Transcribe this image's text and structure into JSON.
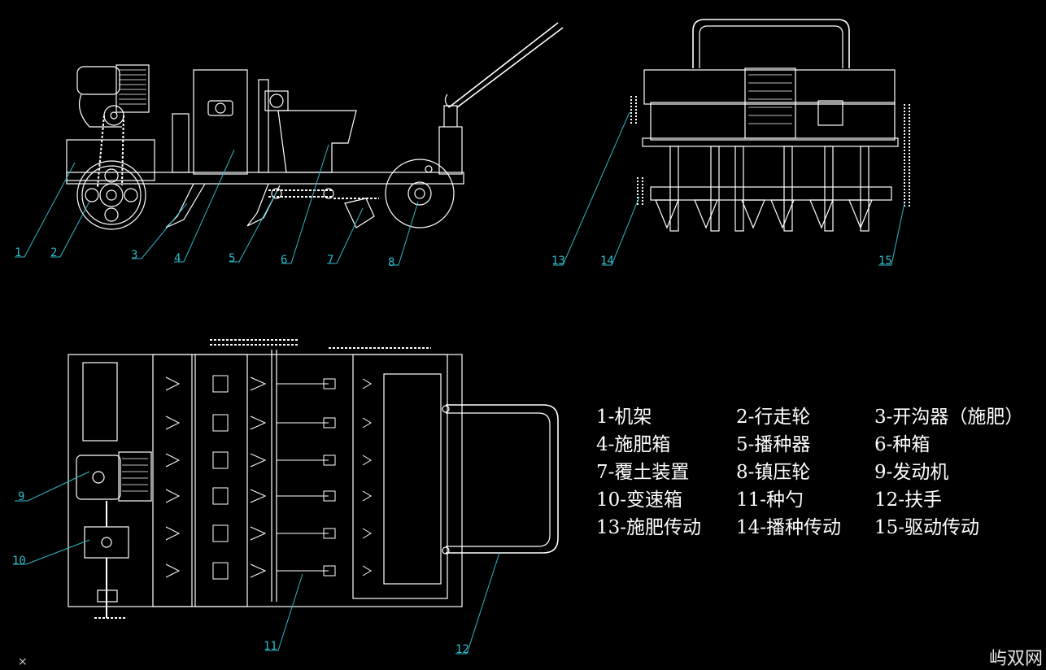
{
  "callouts": [
    "1",
    "2",
    "3",
    "4",
    "5",
    "6",
    "7",
    "8",
    "9",
    "10",
    "11",
    "12",
    "13",
    "14",
    "15"
  ],
  "legend": [
    "1-机架",
    "2-行走轮",
    "3-开沟器（施肥）",
    "4-施肥箱",
    "5-播种器",
    "6-种箱",
    "7-覆土装置",
    "8-镇压轮",
    "9-发动机",
    "10-变速箱",
    "11-种勺",
    "12-扶手",
    "13-施肥传动",
    "14-播种传动",
    "15-驱动传动"
  ],
  "watermark": "屿双网",
  "ucs_icon": "×",
  "colors": {
    "background": "#000000",
    "lines": "#ffffff",
    "leaders": "#2fb8c8",
    "labels": "#2fb8c8"
  }
}
